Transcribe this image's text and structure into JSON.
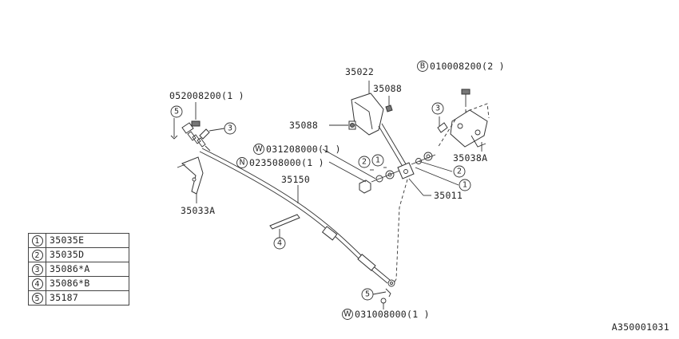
{
  "diagram": {
    "drawing_code": "A350001031",
    "labels": {
      "p35022": "35022",
      "p35088a": "35088",
      "p35088b": "35088",
      "bolt_b": "010008200(2 )",
      "bolt_b_prefix": "B",
      "p052008200": "052008200(1 )",
      "w031208000": "031208000(1 )",
      "w031208000_prefix": "W",
      "n023508000": "023508000(1 )",
      "n023508000_prefix": "N",
      "p35150": "35150",
      "p35011": "35011",
      "p35038a": "35038A",
      "p35033a": "35033A",
      "w031008000": "031008000(1 )",
      "w031008000_prefix": "W"
    },
    "callouts": {
      "c5_top": "5",
      "c3_left": "3",
      "c3_right": "3",
      "c2_left": "2",
      "c1_left": "1",
      "c2_right": "2",
      "c1_right": "1",
      "c4": "4",
      "c5_bottom": "5"
    }
  },
  "legend": [
    {
      "key": "1",
      "part": "35035E"
    },
    {
      "key": "2",
      "part": "35035D"
    },
    {
      "key": "3",
      "part": "35086*A"
    },
    {
      "key": "4",
      "part": "35086*B"
    },
    {
      "key": "5",
      "part": "35187"
    }
  ]
}
